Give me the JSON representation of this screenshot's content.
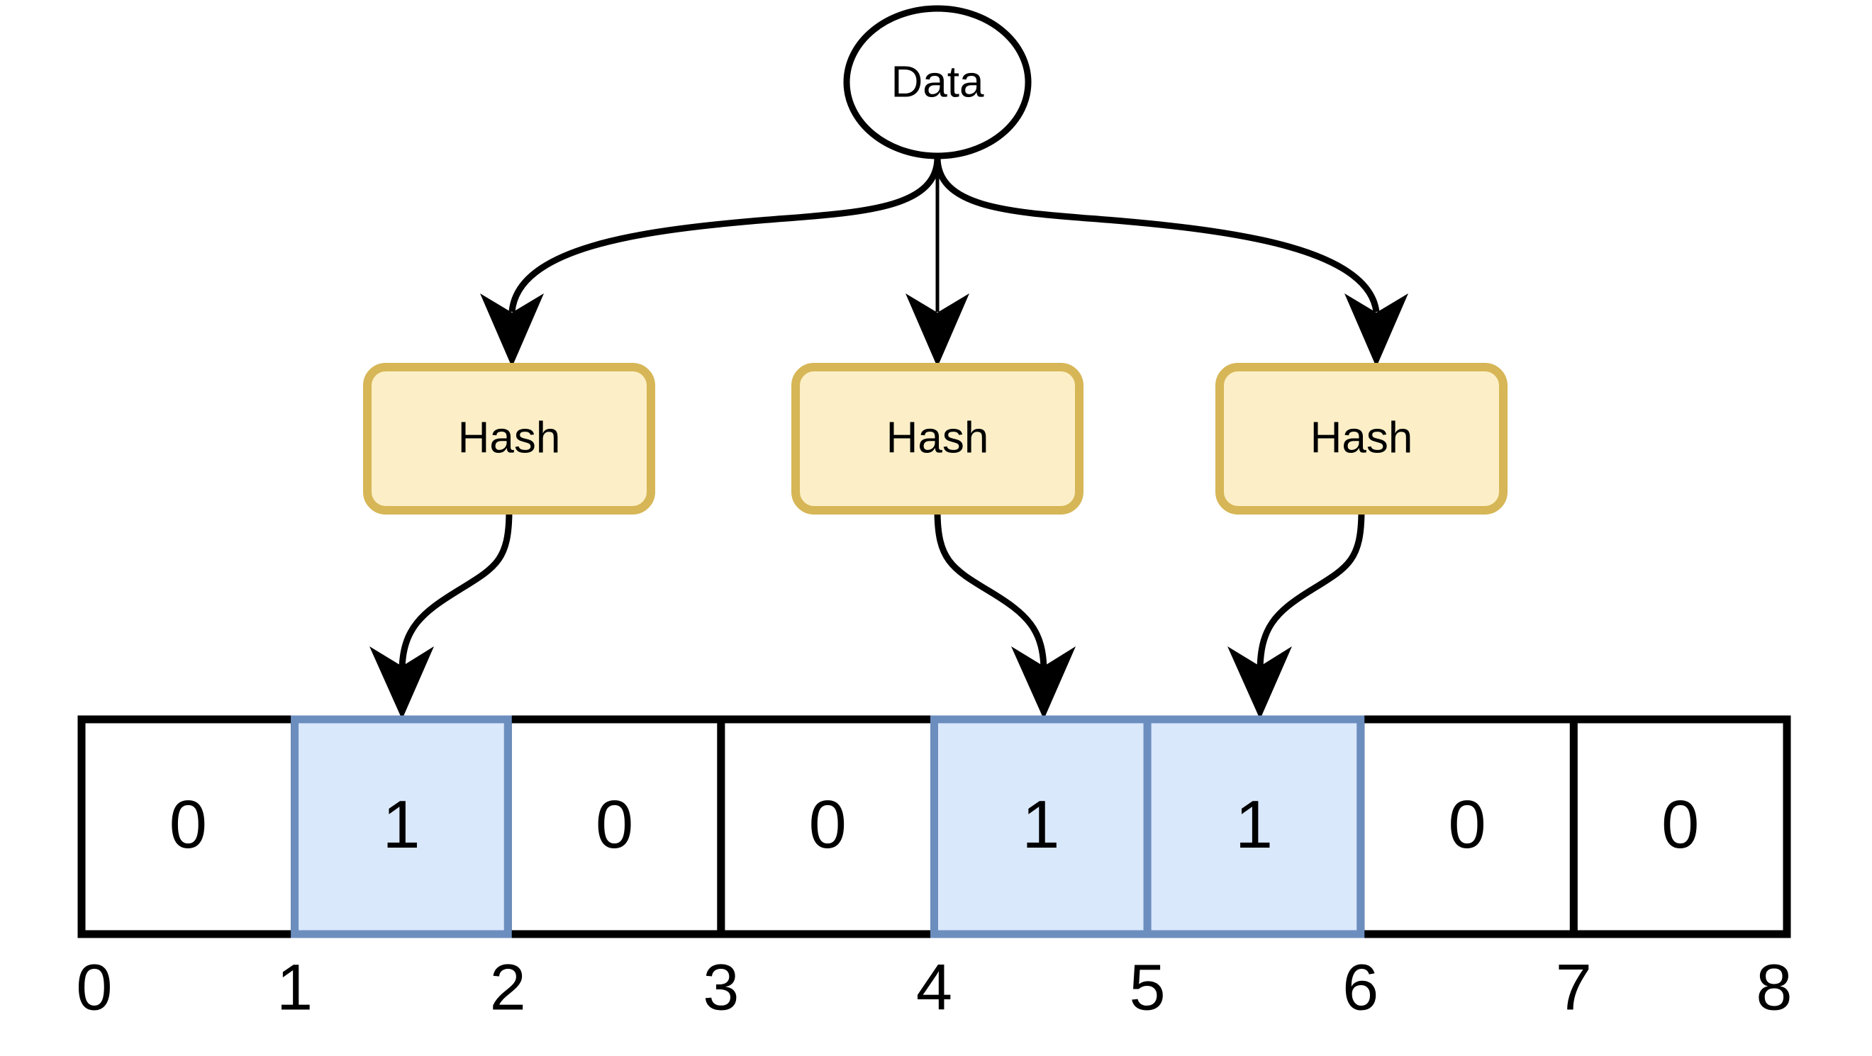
{
  "diagram": {
    "title_node": {
      "label": "Data",
      "shape": "ellipse"
    },
    "hash_nodes": [
      {
        "label": "Hash"
      },
      {
        "label": "Hash"
      },
      {
        "label": "Hash"
      }
    ],
    "bit_array": {
      "size": 8,
      "cells": [
        {
          "index": 0,
          "value": "0",
          "set": false
        },
        {
          "index": 1,
          "value": "1",
          "set": true
        },
        {
          "index": 2,
          "value": "0",
          "set": false
        },
        {
          "index": 3,
          "value": "0",
          "set": false
        },
        {
          "index": 4,
          "value": "1",
          "set": true
        },
        {
          "index": 5,
          "value": "1",
          "set": true
        },
        {
          "index": 6,
          "value": "0",
          "set": false
        },
        {
          "index": 7,
          "value": "0",
          "set": false
        }
      ],
      "boundary_labels": [
        "0",
        "1",
        "2",
        "3",
        "4",
        "5",
        "6",
        "7",
        "8"
      ]
    },
    "colors": {
      "hash_fill": "#FCEFC7",
      "hash_border": "#D6B656",
      "cell_set_fill": "#DAE8FC",
      "cell_set_border": "#6C8EBF",
      "cell_unset_fill": "#FFFFFF",
      "cell_unset_border": "#000000",
      "edge": "#000000",
      "text": "#000000",
      "background": "#FFFFFF"
    }
  }
}
